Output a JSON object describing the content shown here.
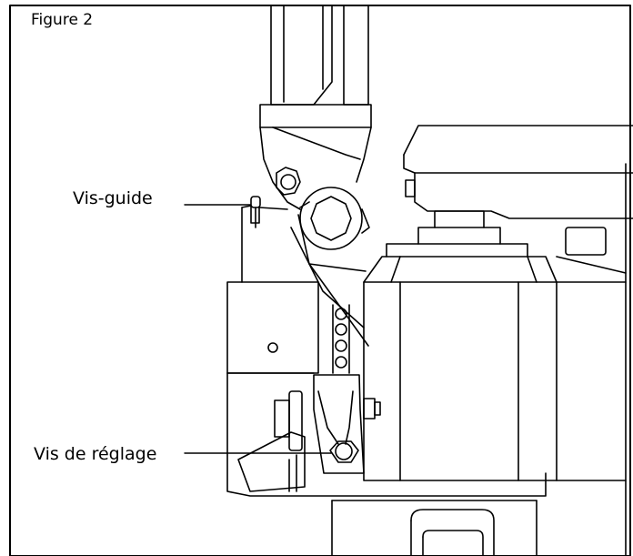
{
  "figure": {
    "title": "Figure 2",
    "callouts": [
      {
        "id": "guide",
        "label": "Vis-guide"
      },
      {
        "id": "reglage",
        "label": "Vis de réglage"
      }
    ],
    "colors": {
      "line": "#000000",
      "background": "#ffffff"
    }
  }
}
